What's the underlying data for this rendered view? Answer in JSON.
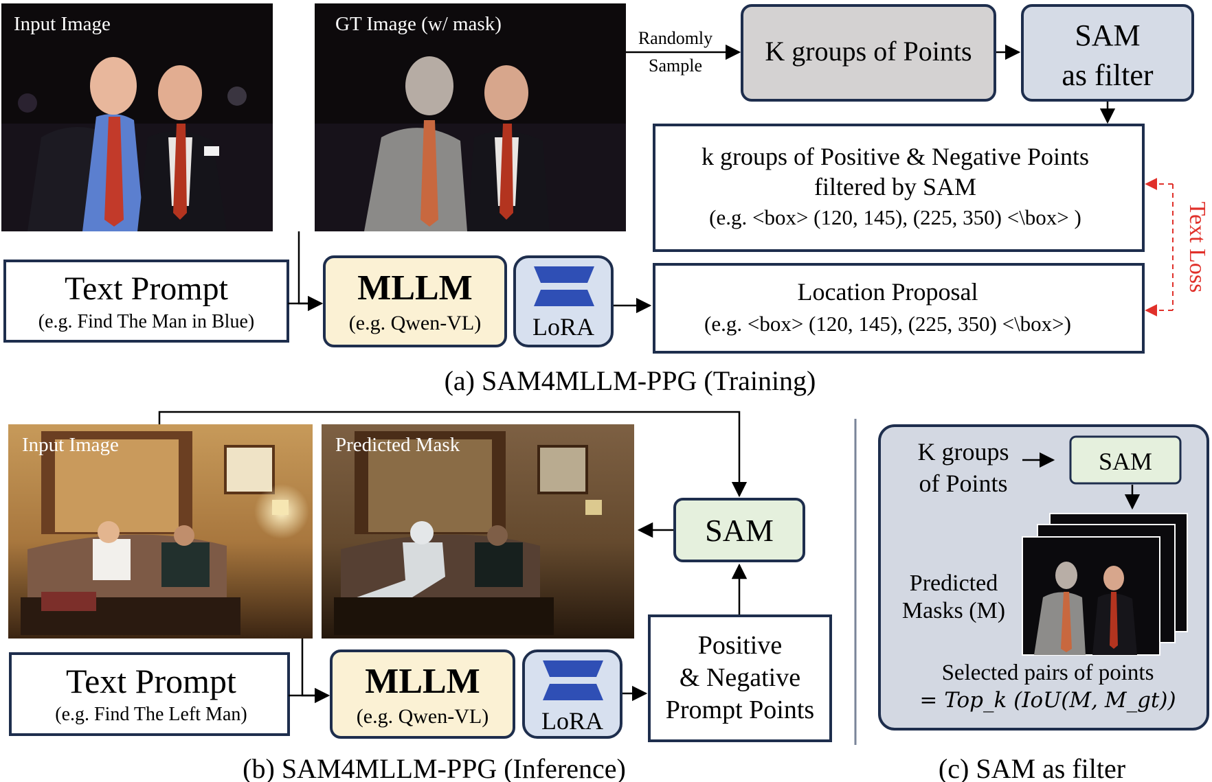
{
  "training": {
    "input_image_label": "Input Image",
    "gt_image_label": "GT Image (w/ mask)",
    "randomly": "Randomly",
    "sample": "Sample",
    "k_groups_box": "K groups of Points",
    "sam_filter_line1": "SAM",
    "sam_filter_line2": "as filter",
    "filtered_line1": "k groups of Positive & Negative Points",
    "filtered_line2": "filtered by SAM",
    "filtered_line3": "(e.g. <box> (120, 145), (225, 350) <\\box> )",
    "text_loss": "Text Loss",
    "text_prompt_title": "Text Prompt",
    "text_prompt_example": "(e.g. Find The Man in Blue)",
    "mllm_title": "MLLM",
    "mllm_example": "(e.g. Qwen-VL)",
    "lora": "LoRA",
    "location_title": "Location Proposal",
    "location_example": "(e.g. <box> (120, 145), (225, 350) <\\box>)",
    "caption": "(a) SAM4MLLM-PPG (Training)"
  },
  "inference": {
    "input_image_label": "Input Image",
    "predicted_mask_label": "Predicted Mask",
    "sam": "SAM",
    "points_line1": "Positive",
    "points_line2": "& Negative",
    "points_line3": "Prompt Points",
    "text_prompt_title": "Text Prompt",
    "text_prompt_example": "(e.g. Find The Left Man)",
    "mllm_title": "MLLM",
    "mllm_example": "(e.g. Qwen-VL)",
    "lora": "LoRA",
    "caption": "(b) SAM4MLLM-PPG (Inference)"
  },
  "filter": {
    "k_groups_line1": "K groups",
    "k_groups_line2": "of Points",
    "sam": "SAM",
    "predicted_line1": "Predicted",
    "predicted_line2": "Masks (M)",
    "selected_line1": "Selected pairs of points",
    "selected_line2": "= Top_k (IoU(M, M_gt))",
    "caption": "(c) SAM as filter"
  },
  "colors": {
    "mllm_fill": "#fbf1d4",
    "lora_fill": "#d7e0ef",
    "lora_icon": "#2f4fb5",
    "gray_box": "#d4d2d2",
    "sam_filter_fill": "#d5dbe6",
    "sam_green": "#e5f0dd",
    "panel_c_fill": "#d3d8e2",
    "box_border": "#1e2e4d",
    "text_loss_red": "#e0302a"
  }
}
